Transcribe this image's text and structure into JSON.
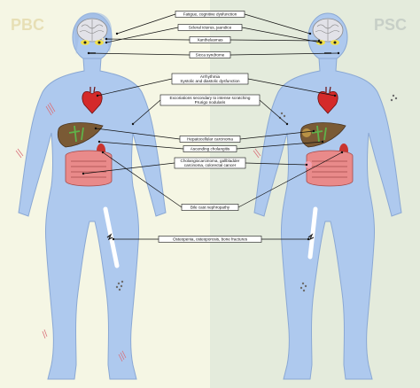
{
  "panels": {
    "left_title": "PBC",
    "right_title": "PSC",
    "left_bg": "#f5f6e4",
    "right_bg": "#e4ebdc"
  },
  "colors": {
    "body_fill": "#aec9ee",
    "body_stroke": "#8aa8d4",
    "title_color": "#e7dfb5",
    "right_title_color": "#c7cfc7",
    "heart": "#d42a2a",
    "liver": "#7a5a35",
    "gallbladder": "#5fb24a",
    "intestine": "#e98a8a",
    "kidney": "#c9342f",
    "bone": "#ffffff",
    "scratch": "#d9727b",
    "nodule": "#6d6d6d"
  },
  "labels": [
    {
      "id": "fatigue",
      "lines": [
        "Fatigue, cognitive dysfunction"
      ]
    },
    {
      "id": "icterus",
      "lines": [
        "Scleral icterus, jaundice"
      ]
    },
    {
      "id": "xanthelasmas",
      "lines": [
        "Xanthelasmas"
      ]
    },
    {
      "id": "sicca",
      "lines": [
        "Sicca syndrome"
      ]
    },
    {
      "id": "arrhythmia",
      "lines": [
        "Arrhythmia",
        "Systolic and diastolic dysfunction"
      ]
    },
    {
      "id": "excoriations",
      "lines": [
        "Excoriations secondary to intense scratching",
        "Prurigo nodularis"
      ]
    },
    {
      "id": "hcc",
      "lines": [
        "Hepatocellular carcinoma"
      ]
    },
    {
      "id": "cholangitis",
      "lines": [
        "Ascending cholangitis"
      ]
    },
    {
      "id": "cancer",
      "lines": [
        "Cholangiocarcinoma, gallbladder",
        "carcinoma, colorectal cancer"
      ]
    },
    {
      "id": "nephropathy",
      "lines": [
        "Bile cast nephropathy"
      ]
    },
    {
      "id": "osteopenia",
      "lines": [
        "Osteopenia, osteoporosis, bone fractures"
      ]
    }
  ]
}
